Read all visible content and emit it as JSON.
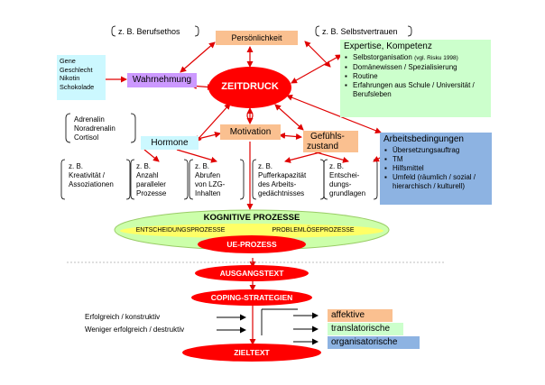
{
  "personality": {
    "example_left": "z. B. Berufsethos",
    "label": "Persönlichkeit",
    "example_right": "z. B. Selbstvertrauen"
  },
  "expertise": {
    "title": "Expertise, Kompetenz",
    "items": [
      {
        "text": "Selbstorganisation",
        "note": "(vgl. Risku 1998)"
      },
      {
        "text": "Domänewissen / Spezialisierung",
        "note": ""
      },
      {
        "text": "Routine",
        "note": ""
      },
      {
        "text": "Erfahrungen aus Schule / Universität / Berufsleben",
        "note": ""
      }
    ]
  },
  "perception": {
    "inputs": [
      "Gene",
      "Geschlecht",
      "Nikotin",
      "Schokolade"
    ],
    "label": "Wahrnehmung"
  },
  "center": {
    "label": "ZEITDRUCK"
  },
  "hormones": {
    "substances": [
      "Adrenalin",
      "Noradrenalin",
      "Cortisol"
    ],
    "label": "Hormone"
  },
  "motivation": {
    "label": "Motivation"
  },
  "emotion": {
    "label_line1": "Gefühls-",
    "label_line2": "zustand"
  },
  "work_conditions": {
    "title": "Arbeitsbedingungen",
    "items": [
      "Übersetzungsauftrag",
      "TM",
      "Hilfsmittel",
      "Umfeld (räumlich / sozial / hierarchisch / kulturell)"
    ]
  },
  "examples": [
    {
      "lines": [
        "z. B.",
        "Kreativität /",
        "Assoziationen"
      ]
    },
    {
      "lines": [
        "z. B.",
        "Anzahl",
        "paralleler",
        "Prozesse"
      ]
    },
    {
      "lines": [
        "z. B.",
        "Abrufen",
        "von LZG-",
        "Inhalten"
      ]
    },
    {
      "lines": [
        "z. B.",
        "Pufferkapazität",
        "des Arbeits-",
        "gedächtnisses"
      ]
    },
    {
      "lines": [
        "z. B.",
        "Entschei-",
        "dungs-",
        "grundlagen"
      ]
    }
  ],
  "cognitive": {
    "title": "KOGNITIVE PROZESSE",
    "decision": "ENTSCHEIDUNGSPROZESSE",
    "problem": "PROBLEMLÖSEPROZESSE",
    "ue": "UE-PROZESS"
  },
  "output_text": "AUSGANGSTEXT",
  "coping": {
    "label": "COPING-STRATEGIEN",
    "outcomes": [
      "Erfolgreich / konstruktiv",
      "Weniger erfolgreich / destruktiv"
    ],
    "types": [
      "affektive",
      "translatorische",
      "organisatorische"
    ]
  },
  "target_text": "ZIELTEXT",
  "colors": {
    "red": "#ff0000",
    "orange": "#fac090",
    "cyan": "#ccf8ff",
    "purple": "#cc99ff",
    "green": "#ccffcc",
    "blue": "#8db3e2",
    "lightgreen": "#ccffaa",
    "yellow": "#ffff66"
  }
}
